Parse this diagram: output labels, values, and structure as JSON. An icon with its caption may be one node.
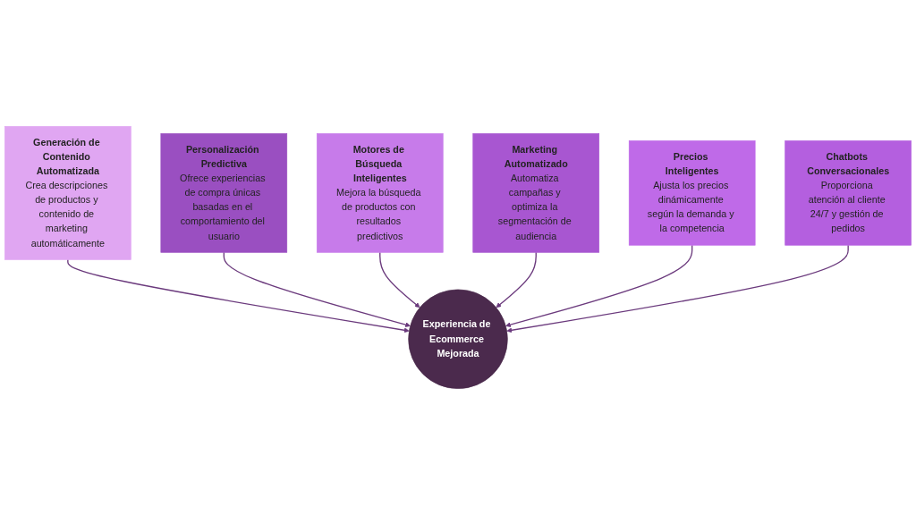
{
  "diagram": {
    "nodes": [
      {
        "text": [
          "Experiencia de Ecommerce Mejorada"
        ]
      },
      {
        "text": [
          "Generación de Contenido Automatizada",
          "Crea descripciones de productos y contenido de marketing automáticamente"
        ]
      },
      {
        "text": [
          "Personalización Predictiva",
          "Ofrece experiencias de compra únicas basadas en el comportamiento del usuario"
        ]
      },
      {
        "text": [
          "Motores de Búsqueda Inteligentes",
          "Mejora la búsqueda de productos con resultados predictivos"
        ]
      },
      {
        "text": [
          "Marketing Automatizado",
          "Automatiza campañas y optimiza la segmentación de audiencia"
        ]
      },
      {
        "text": [
          "Precios Inteligentes",
          "Ajusta los precios dinámicamente según la demanda y la competencia"
        ]
      },
      {
        "text": [
          "Chatbots Conversacionales",
          "Proporciona atención al cliente 24/7 y gestión de pedidos"
        ]
      }
    ],
    "edges": [
      {
        "from": 1,
        "to": 0,
        "arrow": "to"
      },
      {
        "from": 2,
        "to": 0,
        "arrow": "to"
      },
      {
        "from": 3,
        "to": 0,
        "arrow": "to"
      },
      {
        "from": 4,
        "to": 0,
        "arrow": "to"
      },
      {
        "from": 5,
        "to": 0,
        "arrow": "to"
      },
      {
        "from": 6,
        "to": 0,
        "arrow": "to"
      }
    ]
  }
}
